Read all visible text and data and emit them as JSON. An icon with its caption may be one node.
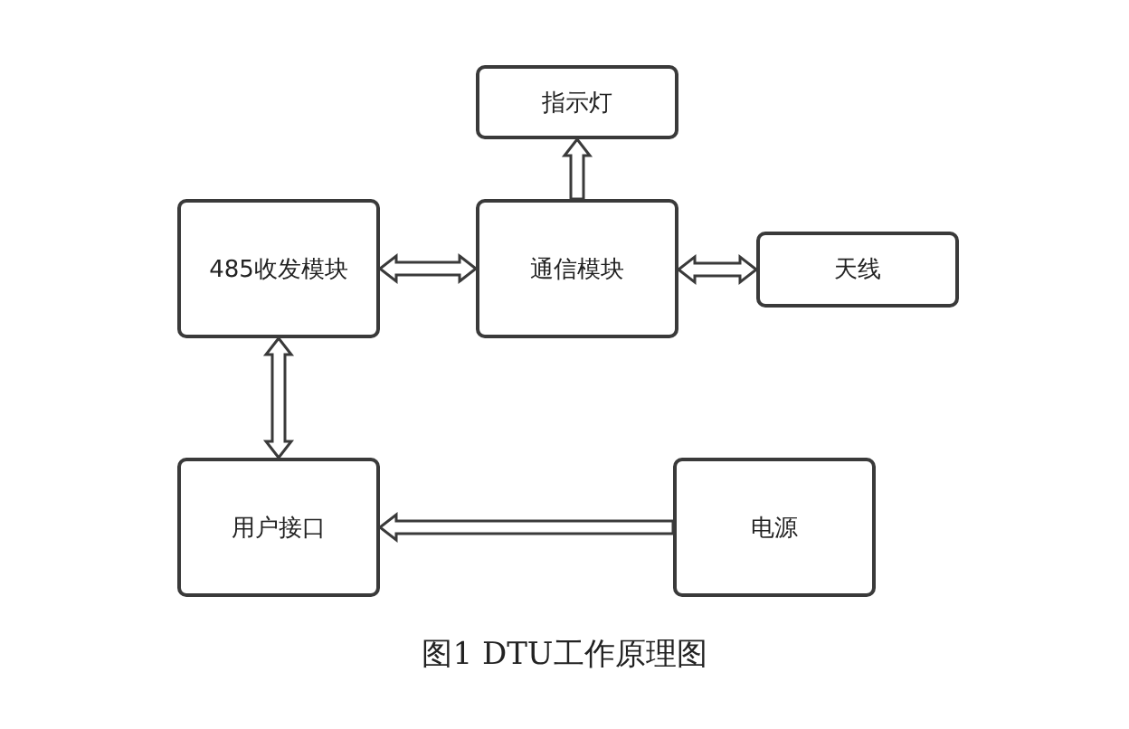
{
  "diagram": {
    "caption": "图1 DTU工作原理图",
    "nodes": [
      {
        "text": [
          "指示灯"
        ]
      },
      {
        "text": [
          "485收发模块"
        ]
      },
      {
        "text": [
          "通信模块"
        ]
      },
      {
        "text": [
          "天线"
        ]
      },
      {
        "text": [
          "用户接口"
        ]
      },
      {
        "text": [
          "电源"
        ]
      }
    ],
    "edges": [
      {
        "from": 2,
        "to": 0,
        "arrow": "to"
      },
      {
        "from": 1,
        "to": 2,
        "arrow": "both"
      },
      {
        "from": 2,
        "to": 3,
        "arrow": "both"
      },
      {
        "from": 1,
        "to": 4,
        "arrow": "both"
      },
      {
        "from": 5,
        "to": 4,
        "arrow": "to"
      }
    ]
  }
}
